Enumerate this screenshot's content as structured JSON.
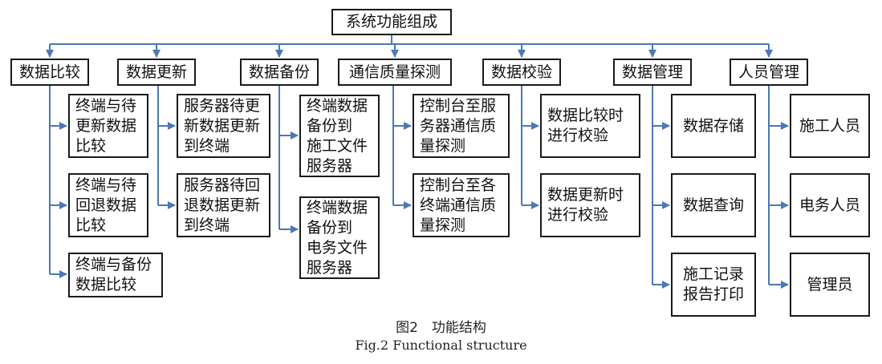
{
  "diagram": {
    "root": "系统功能组成",
    "modules": [
      {
        "label": "数据比较",
        "items": [
          "终端与待\n更新数据\n比较",
          "终端与待\n回退数据\n比较",
          "终端与备份\n数据比较"
        ]
      },
      {
        "label": "数据更新",
        "items": [
          "服务器待更\n新数据更新\n到终端",
          "服务器待回\n退数据更新\n到终端"
        ]
      },
      {
        "label": "数据备份",
        "items": [
          "终端数据\n备份到\n施工文件\n服务器",
          "终端数据\n备份到\n电务文件\n服务器"
        ]
      },
      {
        "label": "通信质量探测",
        "items": [
          "控制台至服\n务器通信质\n量探测",
          "控制台至各\n终端通信质\n量探测"
        ]
      },
      {
        "label": "数据校验",
        "items": [
          "数据比较时\n进行校验",
          "数据更新时\n进行校验"
        ]
      },
      {
        "label": "数据管理",
        "items": [
          "数据存储",
          "数据查询",
          "施工记录\n报告打印"
        ]
      },
      {
        "label": "人员管理",
        "items": [
          "施工人员",
          "电务人员",
          "管理员"
        ]
      }
    ],
    "line_color": "#4a78b8"
  },
  "caption": {
    "zh": "图2　功能结构",
    "en": "Fig.2    Functional structure"
  }
}
